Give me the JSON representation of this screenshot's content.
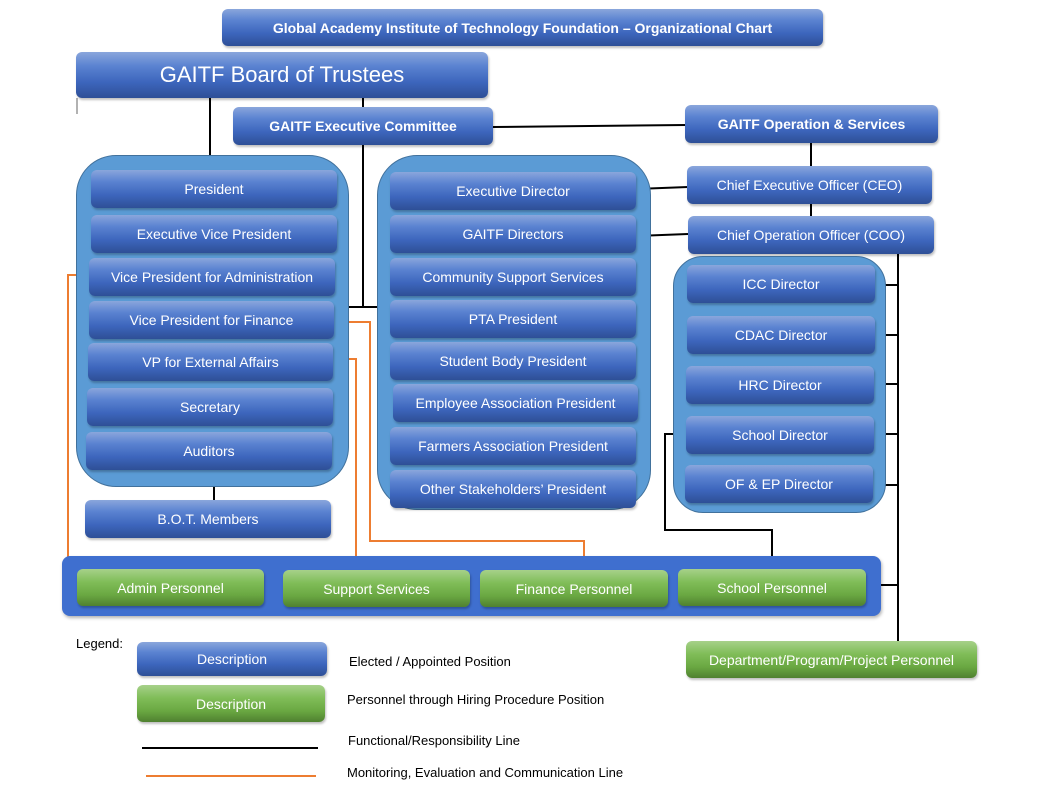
{
  "title": "Global Academy Institute of Technology Foundation – Organizational Chart",
  "board": "GAITF  Board of Trustees",
  "executive_committee": "GAITF  Executive Committee",
  "operations": "GAITF  Operation & Services",
  "board_group": {
    "items": [
      "President",
      "Executive Vice President",
      "Vice President for Administration",
      "Vice President for Finance",
      "VP for External Affairs",
      "Secretary",
      "Auditors"
    ]
  },
  "bot_members": "B.O.T. Members",
  "committee_group": {
    "items": [
      "Executive Director",
      "GAITF Directors",
      "Community Support Services",
      "PTA President",
      "Student Body President",
      "Employee Association President",
      "Farmers Association President",
      "Other Stakeholders’ President"
    ]
  },
  "ceo": "Chief Executive Officer (CEO)",
  "coo": "Chief Operation Officer (COO)",
  "directors_group": {
    "items": [
      "ICC Director",
      "CDAC Director",
      "HRC Director",
      "School Director",
      "OF & EP Director"
    ]
  },
  "personnel": {
    "items": [
      "Admin Personnel",
      "Support Services",
      "Finance Personnel",
      "School Personnel"
    ]
  },
  "department_personnel": "Department/Program/Project Personnel",
  "legend": {
    "label": "Legend:",
    "blue_box": "Description",
    "blue_desc": "Elected / Appointed Position",
    "green_box": "Description",
    "green_desc": "Personnel through Hiring Procedure Position",
    "black_line_desc": "Functional/Responsibility Line",
    "orange_line_desc": "Monitoring, Evaluation and Communication Line"
  },
  "colors": {
    "elected": "#4472c4",
    "hired": "#70ad47",
    "group": "#5b9bd5",
    "functional_line": "#000000",
    "monitoring_line": "#ed7d31"
  }
}
